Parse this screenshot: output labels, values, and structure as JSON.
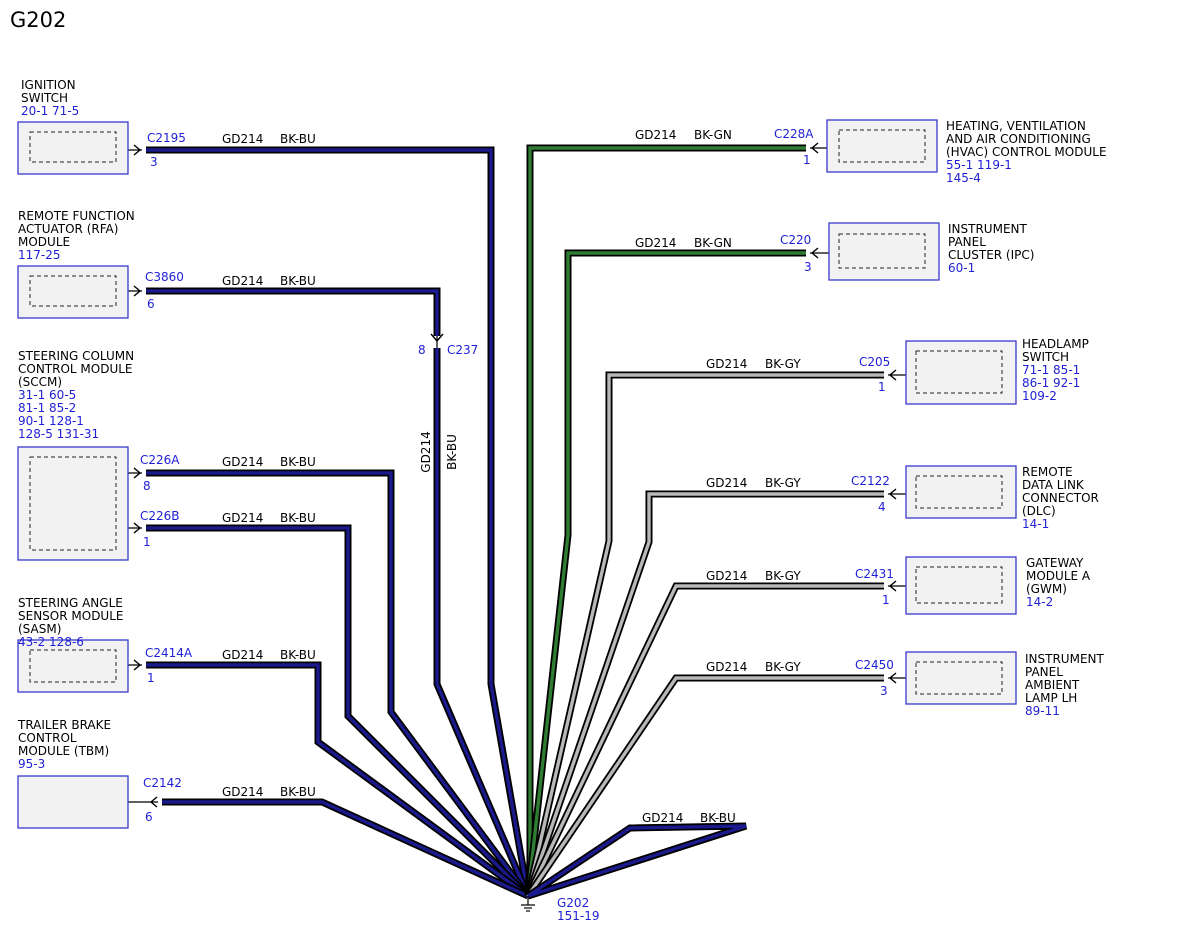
{
  "title": "G202",
  "ground": {
    "name": "G202",
    "ref": "151-19"
  },
  "colors": {
    "bk_bu": "#1a1a8c",
    "bk_gn": "#2e7d32",
    "bk_gy": "#b8b8b8",
    "outline": "#000000",
    "ref_blue": "#1f1fd6",
    "box_border": "#3a3ad0",
    "box_fill": "#f2f2f2"
  },
  "splice": {
    "connector": "C237",
    "pin": "8",
    "circuit": "GD214",
    "color": "BK-BU"
  },
  "components": [
    {
      "key": "ignition",
      "name": [
        "IGNITION",
        "SWITCH"
      ],
      "refs": [
        "20-1  71-5"
      ]
    },
    {
      "key": "rfa",
      "name": [
        "REMOTE FUNCTION",
        "ACTUATOR (RFA)",
        "MODULE"
      ],
      "refs": [
        "117-25"
      ]
    },
    {
      "key": "sccm",
      "name": [
        "STEERING COLUMN",
        "CONTROL MODULE",
        "(SCCM)"
      ],
      "refs": [
        "31-1  60-5",
        "81-1  85-2",
        "90-1  128-1",
        "128-5  131-31"
      ]
    },
    {
      "key": "sasm",
      "name": [
        "STEERING ANGLE",
        "SENSOR MODULE",
        "(SASM)"
      ],
      "refs": [
        "43-2  128-6"
      ]
    },
    {
      "key": "tbm",
      "name": [
        "TRAILER BRAKE",
        "CONTROL",
        "MODULE (TBM)"
      ],
      "refs": [
        "95-3"
      ]
    },
    {
      "key": "hvac",
      "name": [
        "HEATING, VENTILATION",
        "AND AIR CONDITIONING",
        "(HVAC) CONTROL MODULE"
      ],
      "refs": [
        "55-1  119-1",
        "145-4"
      ]
    },
    {
      "key": "ipc",
      "name": [
        "INSTRUMENT",
        "PANEL",
        "CLUSTER (IPC)"
      ],
      "refs": [
        "60-1"
      ]
    },
    {
      "key": "headlamp",
      "name": [
        "HEADLAMP",
        "SWITCH"
      ],
      "refs": [
        "71-1  85-1",
        "86-1  92-1",
        "109-2"
      ]
    },
    {
      "key": "dlc",
      "name": [
        "REMOTE",
        "DATA LINK",
        "CONNECTOR",
        "(DLC)"
      ],
      "refs": [
        "14-1"
      ]
    },
    {
      "key": "gwm",
      "name": [
        "GATEWAY",
        "MODULE A",
        "(GWM)"
      ],
      "refs": [
        "14-2"
      ]
    },
    {
      "key": "ambient",
      "name": [
        "INSTRUMENT",
        "PANEL",
        "AMBIENT",
        "LAMP LH"
      ],
      "refs": [
        "89-11"
      ]
    }
  ],
  "wires": [
    {
      "key": "w-ignition",
      "connector": "C2195",
      "pin": "3",
      "circuit": "GD214",
      "color": "BK-BU"
    },
    {
      "key": "w-rfa",
      "connector": "C3860",
      "pin": "6",
      "circuit": "GD214",
      "color": "BK-BU"
    },
    {
      "key": "w-sccm-a",
      "connector": "C226A",
      "pin": "8",
      "circuit": "GD214",
      "color": "BK-BU"
    },
    {
      "key": "w-sccm-b",
      "connector": "C226B",
      "pin": "1",
      "circuit": "GD214",
      "color": "BK-BU"
    },
    {
      "key": "w-sasm",
      "connector": "C2414A",
      "pin": "1",
      "circuit": "GD214",
      "color": "BK-BU"
    },
    {
      "key": "w-tbm",
      "connector": "C2142",
      "pin": "6",
      "circuit": "GD214",
      "color": "BK-BU"
    },
    {
      "key": "w-hvac",
      "connector": "C228A",
      "pin": "1",
      "circuit": "GD214",
      "color": "BK-GN"
    },
    {
      "key": "w-ipc",
      "connector": "C220",
      "pin": "3",
      "circuit": "GD214",
      "color": "BK-GN"
    },
    {
      "key": "w-headlamp",
      "connector": "C205",
      "pin": "1",
      "circuit": "GD214",
      "color": "BK-GY"
    },
    {
      "key": "w-dlc",
      "connector": "C2122",
      "pin": "4",
      "circuit": "GD214",
      "color": "BK-GY"
    },
    {
      "key": "w-gwm",
      "connector": "C2431",
      "pin": "1",
      "circuit": "GD214",
      "color": "BK-GY"
    },
    {
      "key": "w-ambient",
      "connector": "C2450",
      "pin": "3",
      "circuit": "GD214",
      "color": "BK-GY"
    },
    {
      "key": "w-loop",
      "connector": "",
      "pin": "",
      "circuit": "GD214",
      "color": "BK-BU"
    }
  ]
}
